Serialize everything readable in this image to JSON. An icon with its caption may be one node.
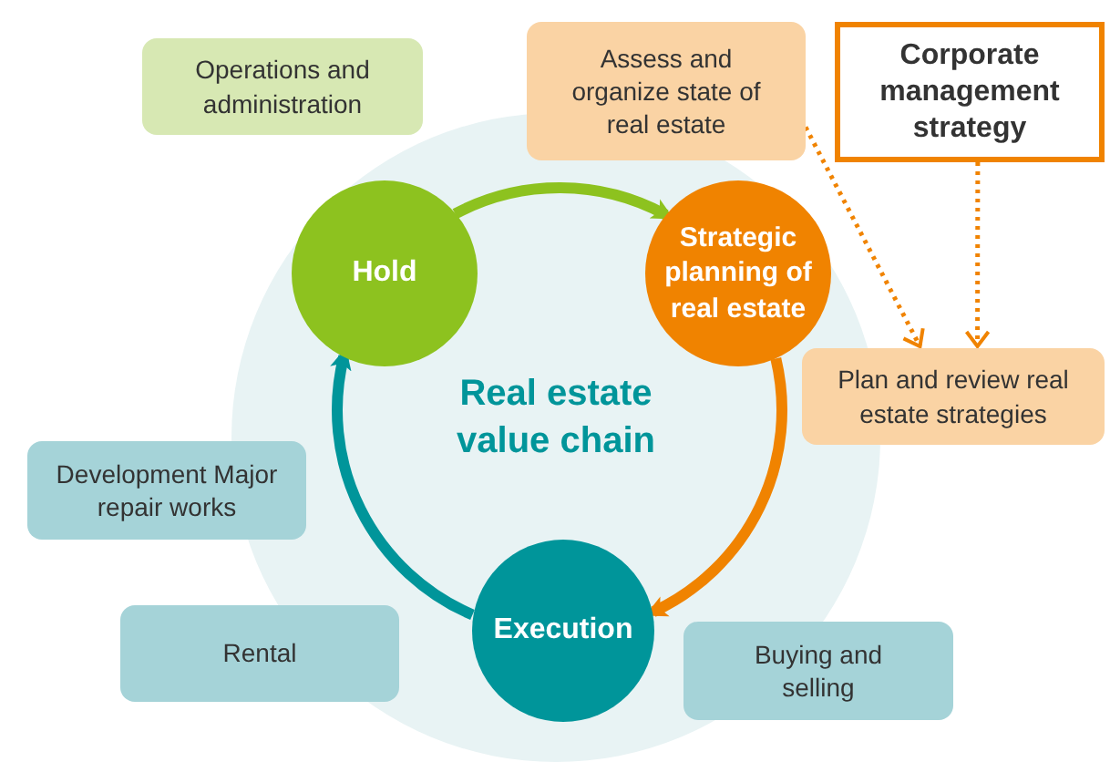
{
  "diagram": {
    "nodes": [
      {
        "text": [
          "Operations and administration"
        ]
      },
      {
        "text": [
          "Assess and organize state of real estate"
        ]
      },
      {
        "text": [
          "Corporate management strategy"
        ]
      },
      {
        "text": [
          "Hold"
        ]
      },
      {
        "text": [
          "Strategic planning of real estate"
        ]
      },
      {
        "text": [
          "Plan and review real estate strategies"
        ]
      },
      {
        "text": [
          "Development Major repair works"
        ]
      },
      {
        "text": [
          "Rental"
        ]
      },
      {
        "text": [
          "Execution"
        ]
      },
      {
        "text": [
          "Buying and selling"
        ]
      }
    ],
    "edges": [
      {
        "from": 3,
        "to": 4,
        "arrow": "to",
        "color": "#8dc21f"
      },
      {
        "from": 4,
        "to": 8,
        "arrow": "to"
      },
      {
        "from": 8,
        "to": 3,
        "arrow": "to",
        "color": "#00959a"
      },
      {
        "from": 1,
        "to": 5,
        "arrow": "to",
        "style": "dashed"
      },
      {
        "from": 2,
        "to": 5,
        "arrow": "to",
        "style": "dashed"
      }
    ],
    "labels": [
      "Real estate value chain"
    ]
  }
}
